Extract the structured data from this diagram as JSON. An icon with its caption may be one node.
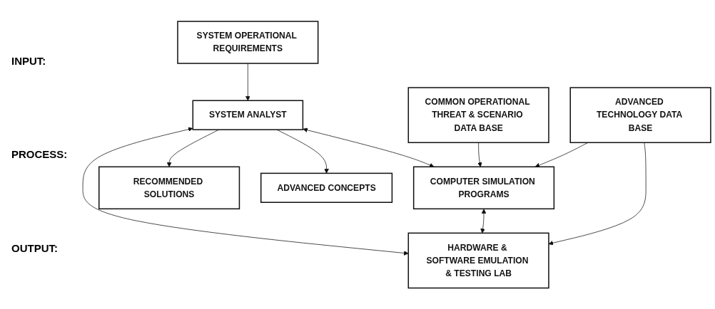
{
  "diagram": {
    "nodes": [
      {
        "text": [
          "SYSTEM OPERATIONAL REQUIREMENTS"
        ]
      },
      {
        "text": [
          "SYSTEM ANALYST"
        ]
      },
      {
        "text": [
          "COMPUTER SIMULATION PROGRAMS"
        ]
      },
      {
        "text": [
          "COMMON OPERATIONAL THREAT & SCENARIO DATA BASE"
        ]
      },
      {
        "text": [
          "HARDWARE & SOFTWARE EMULATION & TESTING LAB"
        ]
      },
      {
        "text": [
          "ADVANCED TECHNOLOGY DATA BASE"
        ]
      },
      {
        "text": [
          "RECOMMENDED SOLUTIONS"
        ]
      },
      {
        "text": [
          "ADVANCED CONCEPTS"
        ]
      }
    ],
    "edges": [
      {
        "from": 0,
        "to": 1,
        "arrow": "to"
      },
      {
        "from": 1,
        "to": 2,
        "arrow": "both"
      },
      {
        "from": 1,
        "to": 4,
        "arrow": "both"
      },
      {
        "from": 2,
        "to": 4,
        "arrow": "both"
      },
      {
        "from": 3,
        "to": 2,
        "arrow": "to"
      },
      {
        "from": 5,
        "to": 2,
        "arrow": "to"
      },
      {
        "from": 5,
        "to": 4,
        "arrow": "to"
      },
      {
        "from": 1,
        "to": 6,
        "arrow": "to"
      },
      {
        "from": 1,
        "to": 7,
        "arrow": "to"
      }
    ],
    "labels": [
      "INPUT:",
      "PROCESS:",
      "OUTPUT:"
    ]
  }
}
